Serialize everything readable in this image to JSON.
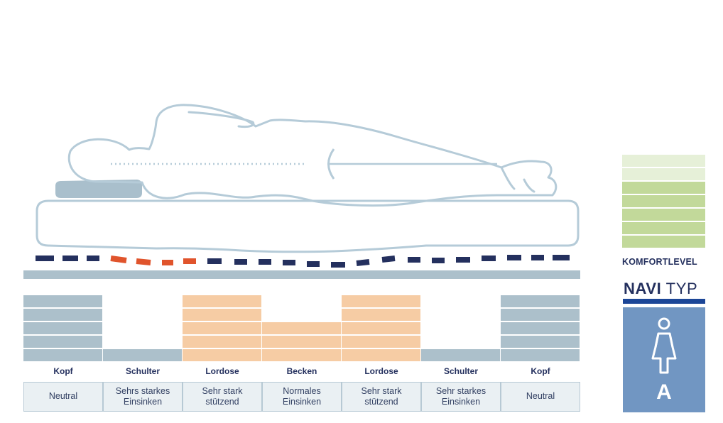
{
  "colors": {
    "outline": "#b5cbd8",
    "pillow": "#a9bfcc",
    "navy": "#24305e",
    "highlight": "#e0542c",
    "baseBar": "#acc0cb",
    "headBlock": "#acc0cb",
    "lordoseBlock": "#f6cca4",
    "comfortLight": "#e6f0d8",
    "comfortDark": "#c2d99a",
    "typeCard": "#7196c2",
    "typeBar": "#1c4697"
  },
  "zones": [
    {
      "label": "Kopf",
      "desc1": "Neutral",
      "desc2": "",
      "level": 5,
      "color": "head"
    },
    {
      "label": "Schulter",
      "desc1": "Sehrs starkes",
      "desc2": "Einsinken",
      "level": 1,
      "color": "head"
    },
    {
      "label": "Lordose",
      "desc1": "Sehr stark",
      "desc2": "stützend",
      "level": 5,
      "color": "lordose"
    },
    {
      "label": "Becken",
      "desc1": "Normales",
      "desc2": "Einsinken",
      "level": 3,
      "color": "lordose"
    },
    {
      "label": "Lordose",
      "desc1": "Sehr stark",
      "desc2": "stützend",
      "level": 5,
      "color": "lordose"
    },
    {
      "label": "Schulter",
      "desc1": "Sehr starkes",
      "desc2": "Einsinken",
      "level": 1,
      "color": "head"
    },
    {
      "label": "Kopf",
      "desc1": "Neutral",
      "desc2": "",
      "level": 5,
      "color": "head"
    }
  ],
  "comfort": {
    "label": "KOMFORTLEVEL",
    "levels": 7,
    "light_levels": 2
  },
  "type": {
    "prefix": "NAVI",
    "suffix": " TYP",
    "letter": "A",
    "icon": "woman-icon"
  }
}
